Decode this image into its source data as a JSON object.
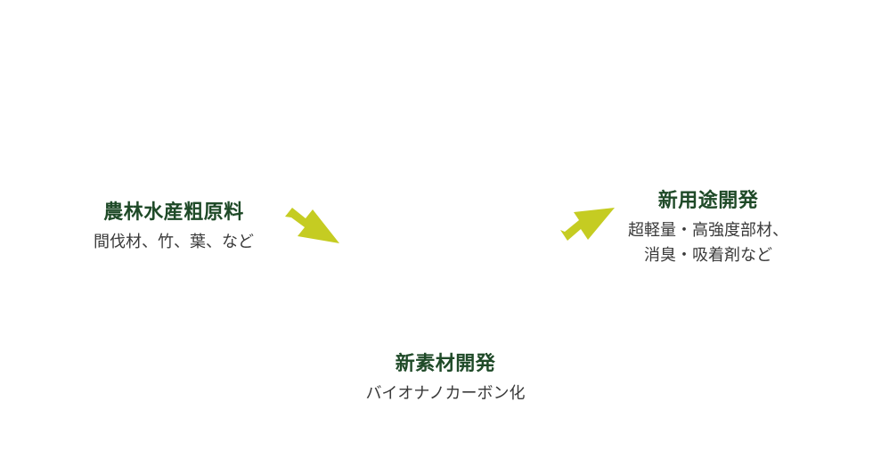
{
  "nodes": {
    "raw": {
      "title": "農林水産粗原料",
      "desc": "間伐材、竹、葉、など"
    },
    "material": {
      "title": "新素材開発",
      "desc": "バイオナノカーボン化"
    },
    "use": {
      "title": "新用途開発",
      "desc": "超軽量・高強度部材、\n消臭・吸着剤など"
    }
  },
  "colors": {
    "arrow": "#c5cc22",
    "title": "#1f4a28",
    "text": "#3a3a3a"
  }
}
